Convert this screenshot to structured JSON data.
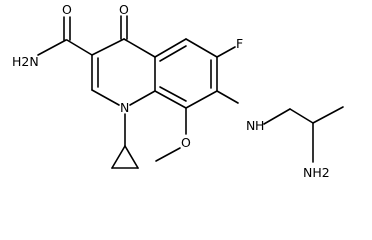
{
  "structure": {
    "labels": {
      "carbonyl_O_top": "O",
      "amide_O": "O",
      "amide_N": "H2N",
      "fluorine": "F",
      "ring_N": "N",
      "amine_N": "N",
      "amine_H": "H",
      "methoxy_O": "O",
      "terminal_amine": "NH2"
    }
  }
}
